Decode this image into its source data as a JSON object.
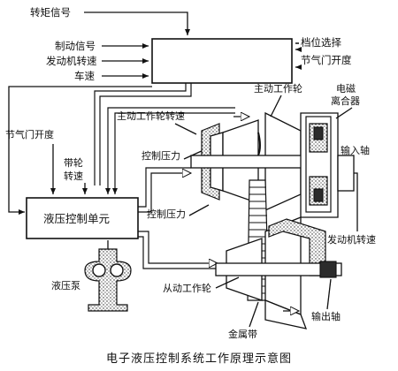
{
  "labels": {
    "torque_signal": "转矩信号",
    "brake_signal": "制动信号",
    "engine_speed_left": "发动机转速",
    "vehicle_speed": "车速",
    "gear_select": "档位选择",
    "throttle_right": "节气门开度",
    "drive_pulley": "主动工作轮",
    "em_clutch_line1": "电磁",
    "em_clutch_line2": "离合器",
    "drive_pulley_speed": "主动工作轮转速",
    "throttle_left": "节气门开度",
    "belt_speed_line1": "带轮",
    "belt_speed_line2": "转速",
    "control_pressure_1": "控制压力",
    "control_pressure_2": "控制压力",
    "input_shaft": "输入轴",
    "hydraulic_unit": "液压控制单元",
    "engine_speed_right": "发动机转速",
    "hydraulic_pump": "液压泵",
    "driven_pulley": "从动工作轮",
    "output_shaft": "输出轴",
    "metal_belt": "金属带"
  },
  "caption": "电子液压控制系统工作原理示意图"
}
